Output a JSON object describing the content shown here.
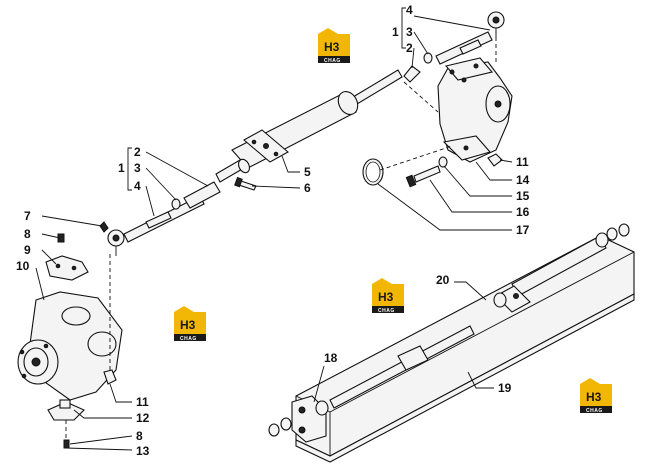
{
  "logo": {
    "mark": "H3",
    "band": "CHAG"
  },
  "callouts": {
    "n1": "1",
    "n2": "2",
    "n3": "3",
    "n4": "4",
    "n5": "5",
    "n6": "6",
    "n7": "7",
    "n8": "8",
    "n9": "9",
    "n10": "10",
    "n11": "11",
    "n12": "12",
    "n13": "13",
    "n14": "14",
    "n15": "15",
    "n16": "16",
    "n17": "17",
    "n18": "18",
    "n19": "19",
    "n20": "20"
  }
}
